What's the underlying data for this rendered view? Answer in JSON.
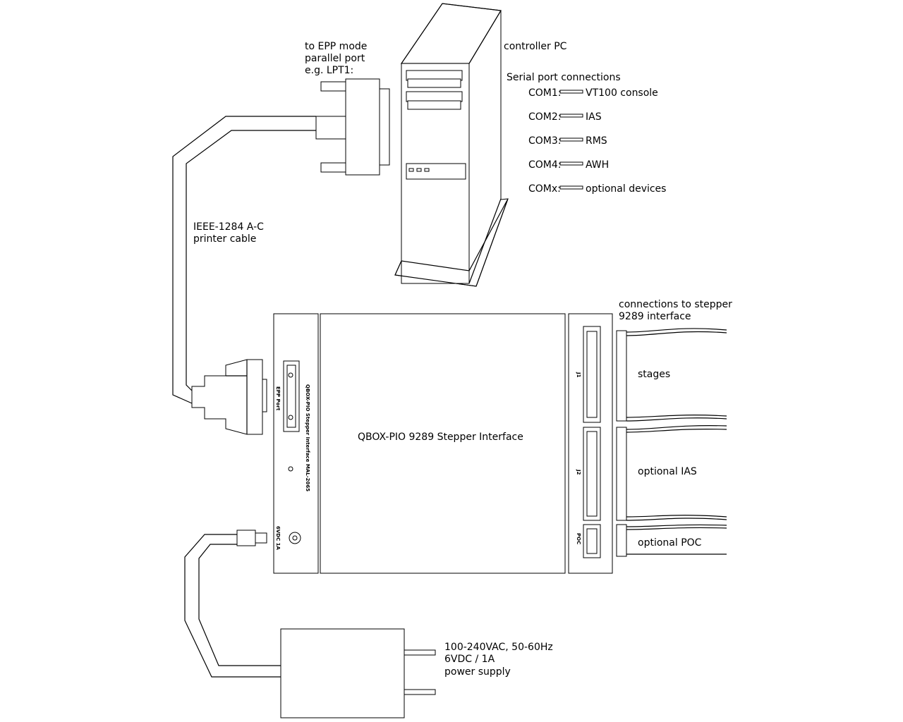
{
  "pc": {
    "title": "controller PC",
    "serial_heading": "Serial port connections",
    "ports": [
      {
        "port": "COM1:",
        "device": "VT100 console"
      },
      {
        "port": "COM2:",
        "device": "IAS"
      },
      {
        "port": "COM3:",
        "device": "RMS"
      },
      {
        "port": "COM4:",
        "device": "AWH"
      },
      {
        "port": "COMx:",
        "device": "optional devices"
      }
    ]
  },
  "parallel_port": {
    "line1": "to EPP mode",
    "line2": "parallel port",
    "line3": "e.g. LPT1:"
  },
  "cable": {
    "line1": "IEEE-1284 A-C",
    "line2": "printer cable"
  },
  "qbox": {
    "title": "QBOX-PIO 9289 Stepper Interface",
    "side_label": "QBOX-PIO Stepper Interface MAL-2065",
    "epp_label": "EPP Port",
    "power_label": "6VDC 1A",
    "j1": "J1",
    "j2": "J2",
    "poc": "POC"
  },
  "stepper": {
    "heading1": "connections to stepper",
    "heading2": "9289 interface",
    "stages": "stages",
    "ias": "optional IAS",
    "poc": "optional POC"
  },
  "power_supply": {
    "line1": "100-240VAC, 50-60Hz",
    "line2": "6VDC / 1A",
    "line3": "power supply"
  }
}
